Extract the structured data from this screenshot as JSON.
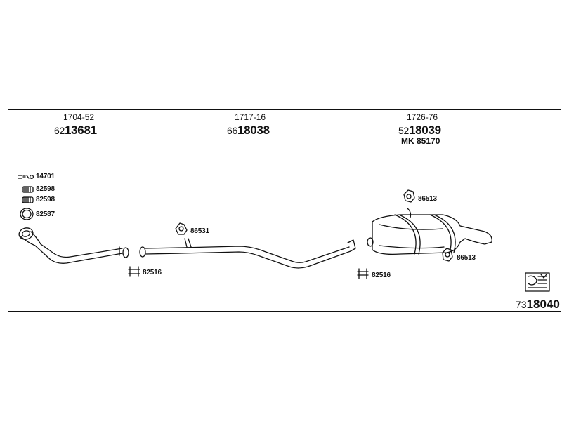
{
  "columns": [
    {
      "code": "1704-52",
      "prefix": "62",
      "number": "13681"
    },
    {
      "code": "1717-16",
      "prefix": "66",
      "number": "18038"
    },
    {
      "code": "1726-76",
      "prefix": "52",
      "number": "18039",
      "kit": "MK  85170"
    }
  ],
  "parts": {
    "p14701": "14701",
    "p82598a": "82598",
    "p82598b": "82598",
    "p82587": "82587",
    "p82516a": "82516",
    "p86531": "86531",
    "p82516b": "82516",
    "p86513a": "86513",
    "p86513b": "86513"
  },
  "diagram_number": {
    "prefix": "73",
    "number": "18040"
  },
  "icons": [
    "ring-clamp-icon",
    "spring-clamp-icon",
    "gasket-ring-icon",
    "rubber-hanger-icon",
    "u-bolt-clamp-icon",
    "manual-book-icon"
  ]
}
